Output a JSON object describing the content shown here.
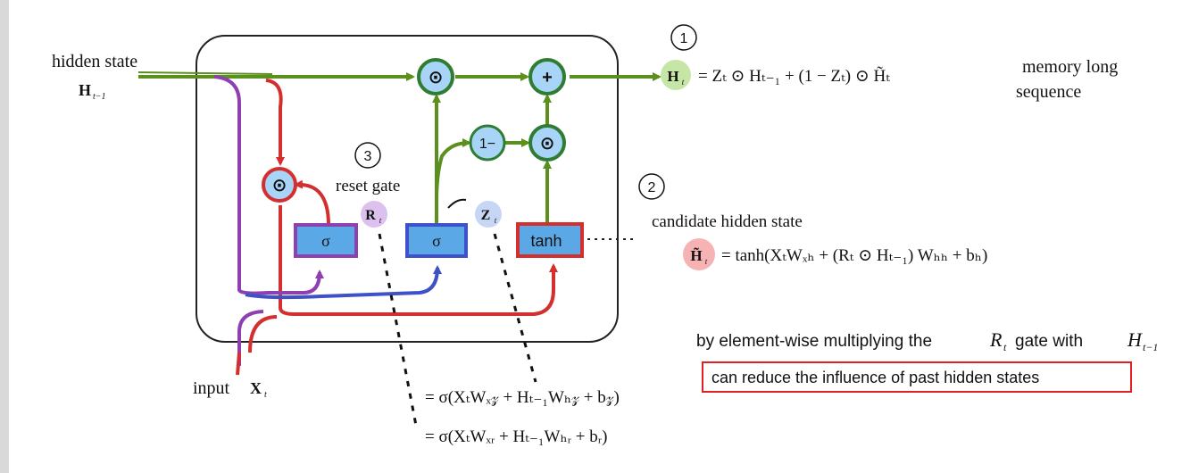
{
  "labels": {
    "hidden_state": "hidden state",
    "h_prev_main": "H",
    "h_prev_sub": "t−1",
    "input": "input",
    "input_x_main": "X",
    "input_x_sub": "t",
    "memory_long_line1": "memory long",
    "memory_long_line2": "sequence",
    "reset_gate": "reset gate",
    "candidate_hidden_state": "candidate hidden state"
  },
  "markers": {
    "m1": "1",
    "m2": "2",
    "m3": "3"
  },
  "ops": {
    "multiply": "⊙",
    "plus": "+",
    "one_minus": "1−",
    "sigma": "σ",
    "tanh": "tanh"
  },
  "badges": {
    "h_out": "H",
    "h_tilde": "H̃",
    "r": "R",
    "z": "Z",
    "sub_t": "t"
  },
  "equations": {
    "h_update": "= Zₜ ⊙ Hₜ₋₁ + (1 − Zₜ) ⊙ H̃ₜ",
    "candidate": "= tanh(XₜWₓₕ + (Rₜ ⊙ Hₜ₋₁) Wₕₕ + bₕ)",
    "z_gate": "= σ(XₜWₓ𝓏 + Hₜ₋₁Wₕ𝓏 + b𝓏)",
    "r_gate": "= σ(XₜWₓᵣ + Hₜ₋₁Wₕᵣ + bᵣ)"
  },
  "annotation": {
    "line_prefix": "by element-wise multiplying the",
    "r_symbol": "R",
    "r_sub": "t",
    "line_middle": "gate with",
    "h_symbol": "H",
    "h_sub": "t−1",
    "boxed_text": "can reduce the influence of past hidden states"
  },
  "colors": {
    "green": "#5b8f1e",
    "dark_green": "#2e7d32",
    "red": "#d32f2f",
    "purple": "#8e3fb0",
    "blue": "#3f51c8",
    "light_blue": "#a8d4f7",
    "gate_blue": "#5aa9e6",
    "light_green": "#c5e6a6",
    "light_red": "#f7b3b3",
    "light_purple": "#dcc0ee",
    "annotation_red": "#e02020"
  }
}
